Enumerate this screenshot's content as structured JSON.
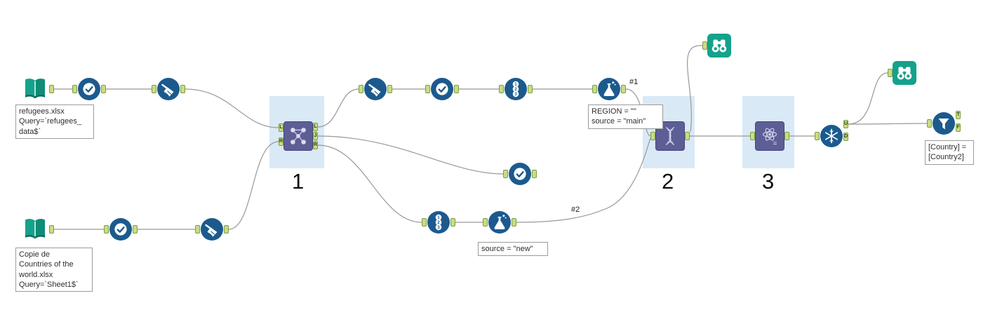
{
  "workflow": {
    "annotations": {
      "refugees": "refugees.xlsx\nQuery=`refugees_\ndata$`",
      "countries": "Copie de\nCountries of the\nworld.xlsx\nQuery=`Sheet1$`",
      "formula_main": "REGION = \"\"\nsource = \"main\"",
      "formula_new": "source = \"new\"",
      "filter": "[Country] =\n[Country2]"
    },
    "step_labels": {
      "join": "1",
      "union": "2",
      "multi_formula": "3"
    },
    "wire_labels": {
      "out1": "#1",
      "out2": "#2"
    },
    "anchor_letters": {
      "join_in_left": "L",
      "join_in_right": "R",
      "join_out_left": "L",
      "join_out_join": "J",
      "join_out_right": "R",
      "unique_unique": "U",
      "unique_duplicate": "D",
      "filter_true": "T",
      "filter_false": "F"
    },
    "icons": {
      "input_data": "book-icon",
      "select": "check-icon",
      "data_cleansing": "broom-icon",
      "record_id": "numbered-circles-icon",
      "formula": "flask-icon",
      "join": "network-icon",
      "union": "dna-icon",
      "multi_field_formula": "atom-icon",
      "unique": "snowflake-icon",
      "browse": "binoculars-icon",
      "filter": "funnel-icon"
    },
    "colors": {
      "tool_blue": "#1c5a8d",
      "tool_purple": "#5e5e96",
      "tool_teal": "#14a28c",
      "anchor_green": "#c8dd85",
      "highlight_blue": "#d9e9f6",
      "wire_gray": "#989898"
    }
  }
}
